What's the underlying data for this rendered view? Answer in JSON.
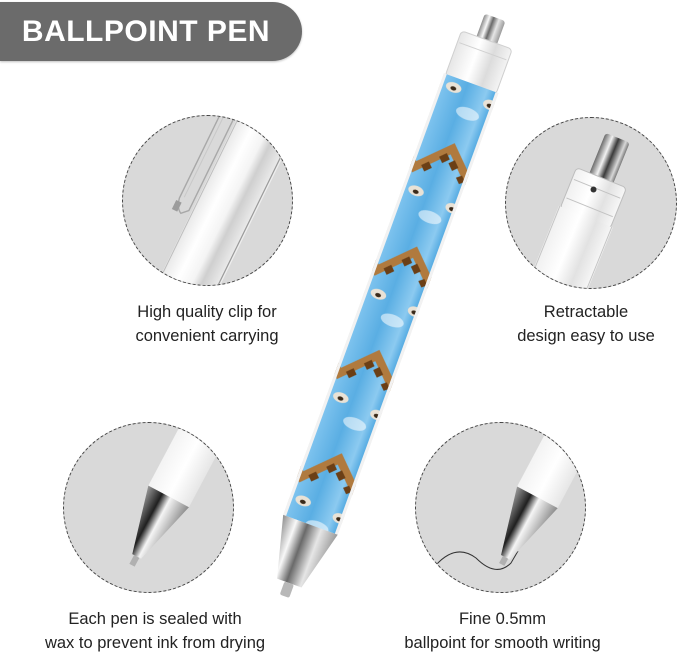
{
  "header": {
    "title": "BALLPOINT PEN",
    "badge_color": "#6b6b6b"
  },
  "features": [
    {
      "id": "clip",
      "icon": "pen-clip-closeup",
      "line1": "High quality clip for",
      "line2": "convenient carrying"
    },
    {
      "id": "retractable",
      "icon": "retractable-button-closeup",
      "line1": "Retractable",
      "line2": "design easy to use"
    },
    {
      "id": "sealed",
      "icon": "pen-tip-closeup",
      "line1": "Each pen is sealed with",
      "line2": "wax to prevent ink from drying"
    },
    {
      "id": "fine-tip",
      "icon": "pen-tip-writing-closeup",
      "line1": "Fine 0.5mm",
      "line2": "ballpoint for smooth writing"
    }
  ],
  "product": {
    "name": "giraffe-print-ballpoint-pen",
    "body_color": "#5aaee3",
    "pattern": "giraffe"
  },
  "colors": {
    "circle_bg": "#d9d9d9",
    "text": "#222222"
  }
}
